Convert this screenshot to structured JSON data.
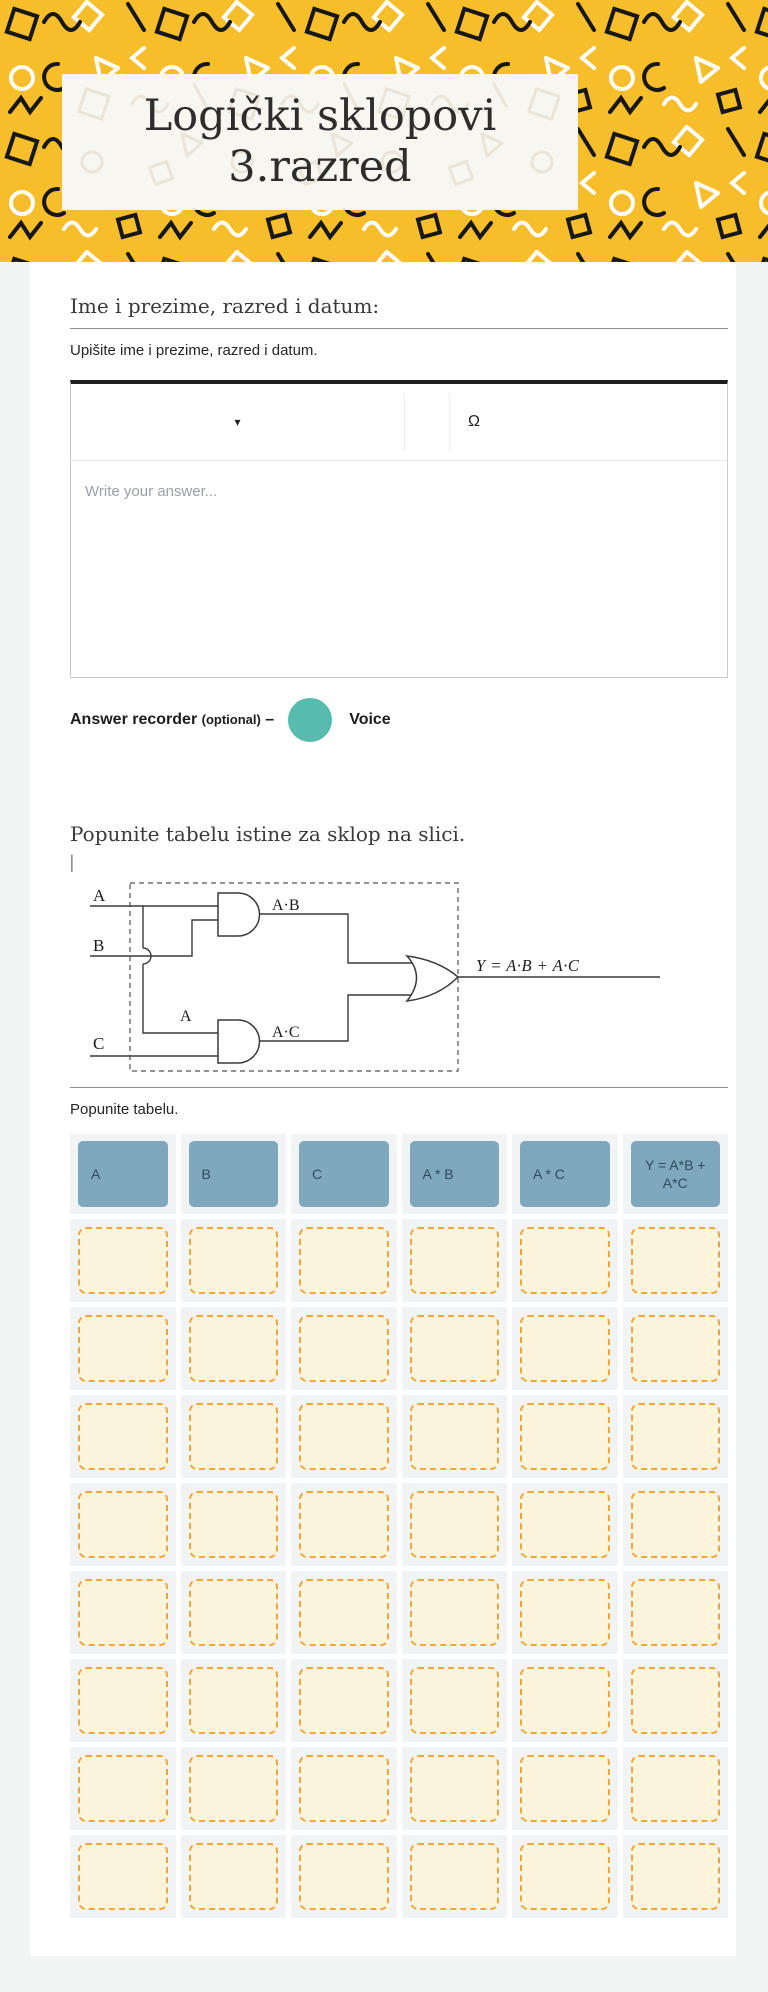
{
  "header": {
    "title_line1": "Logički sklopovi",
    "title_line2": "3.razred"
  },
  "question1": {
    "title": "Ime i prezime, razred i datum:",
    "instruction": "Upišite ime i prezime, razred i datum.",
    "editor": {
      "placeholder": "Write your answer...",
      "toolbar": {
        "caret": "▾",
        "omega": "Ω"
      }
    },
    "recorder": {
      "label": "Answer recorder",
      "optional": "(optional)",
      "dash": "–",
      "voice_label": "Voice"
    }
  },
  "question2": {
    "title": "Popunite tabelu istine za sklop na slici.",
    "cursor": "|",
    "circuit": {
      "input_a": "A",
      "input_b": "B",
      "input_c": "C",
      "branch_label": "A",
      "gate1_output": "A·B",
      "gate2_output": "A·C",
      "equation": "Y = A·B + A·C"
    },
    "table_instruction": "Popunite tabelu.",
    "table": {
      "headers": [
        "A",
        "B",
        "C",
        "A * B",
        "A * C",
        "Y = A*B + A*C"
      ],
      "rows": 8,
      "columns": 6
    }
  },
  "colors": {
    "header_yellow": "#F6BE2B",
    "title_box_bg": "#F8F6F1",
    "record_button_teal": "#57BCAE",
    "table_header_blue": "#7FA8BD",
    "answer_cell_fill": "#FDF5DB",
    "answer_cell_border": "#EFA63C"
  }
}
